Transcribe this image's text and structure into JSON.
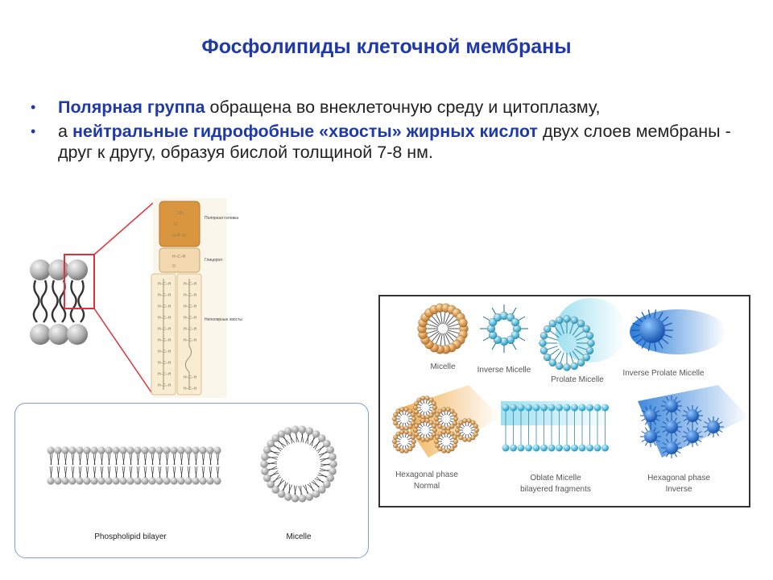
{
  "title": "Фосфолипиды клеточной мембраны",
  "bullets": [
    {
      "highlight": "Полярная группа",
      "text": " обращена во внеклеточную среду и цитоплазму,"
    },
    {
      "prefix": "а ",
      "highlight": "нейтральные гидрофобные «хвосты» жирных кислот",
      "text": " двух слоев мембраны - друг к другу, образуя бислой толщиной 7-8 нм."
    }
  ],
  "structure_labels": {
    "polar": "Полярная головка",
    "glycerol": "Глицерол",
    "tails": "Неполярные хвосты"
  },
  "phases": {
    "micelle": "Micelle",
    "inverse_micelle": "Inverse Micelle",
    "prolate_micelle": "Prolate Micelle",
    "inverse_prolate_micelle": "Inverse Prolate Micelle",
    "hex_normal_1": "Hexagonal phase",
    "hex_normal_2": "Normal",
    "oblate_1": "Oblate Micelle",
    "oblate_2": "bilayered fragments",
    "hex_inverse_1": "Hexagonal phase",
    "hex_inverse_2": "Inverse"
  },
  "bottom_labels": {
    "bilayer": "Phospholipid bilayer",
    "micelle": "Micelle"
  },
  "colors": {
    "title_blue": "#1f3aa8",
    "orange_head": "#d9963f",
    "light_head": "#f3d9b0",
    "tail_bg": "#f8ecd2",
    "cyan": "#3ab6d8",
    "blue_dark": "#1f6ec8",
    "callout_red": "#e0303a"
  }
}
